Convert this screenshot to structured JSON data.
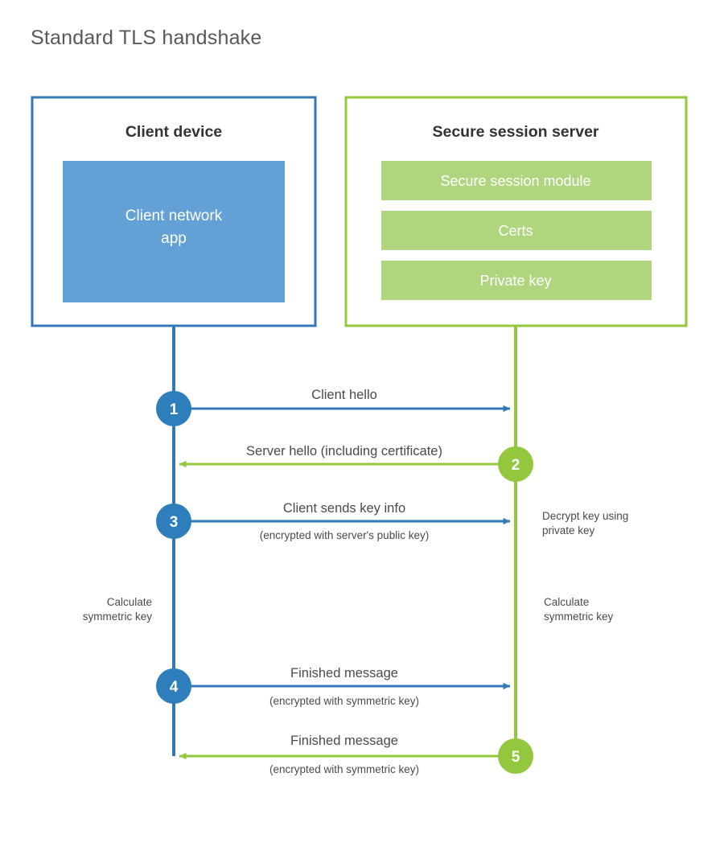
{
  "page": {
    "title": "Standard TLS handshake",
    "background": "#ffffff"
  },
  "colors": {
    "client_blue": "#3479B7",
    "client_inner_blue": "#62A0D6",
    "server_green": "#93C83E",
    "server_module_green": "#AFD67E",
    "text_dark": "#333333",
    "text_body": "#4a4a4a",
    "title_gray": "#58595b"
  },
  "nodes": {
    "client": {
      "title": "Client device",
      "inner_label": "Client network app"
    },
    "server": {
      "title": "Secure session server",
      "modules": [
        {
          "label": "Secure session module"
        },
        {
          "label": "Certs"
        },
        {
          "label": "Private key"
        }
      ]
    }
  },
  "steps": [
    {
      "number": "1",
      "label": "Client hello",
      "sub": "",
      "direction": "client-to-server",
      "color": "#3479B7"
    },
    {
      "number": "2",
      "label": "Server hello (including certificate)",
      "sub": "",
      "direction": "server-to-client",
      "color": "#93C83E"
    },
    {
      "number": "3",
      "label": "Client sends key info",
      "sub": "(encrypted with server's public key)",
      "direction": "client-to-server",
      "color": "#3479B7"
    },
    {
      "number": "4",
      "label": "Finished message",
      "sub": "(encrypted with symmetric key)",
      "direction": "client-to-server",
      "color": "#3479B7"
    },
    {
      "number": "5",
      "label": "Finished message",
      "sub": "(encrypted with symmetric key)",
      "direction": "server-to-client",
      "color": "#93C83E"
    }
  ],
  "annotations": {
    "decrypt_note_line1": "Decrypt key using",
    "decrypt_note_line2": "private key",
    "client_calc_line1": "Calculate",
    "client_calc_line2": "symmetric key",
    "server_calc_line1": "Calculate",
    "server_calc_line2": "symmetric key"
  }
}
